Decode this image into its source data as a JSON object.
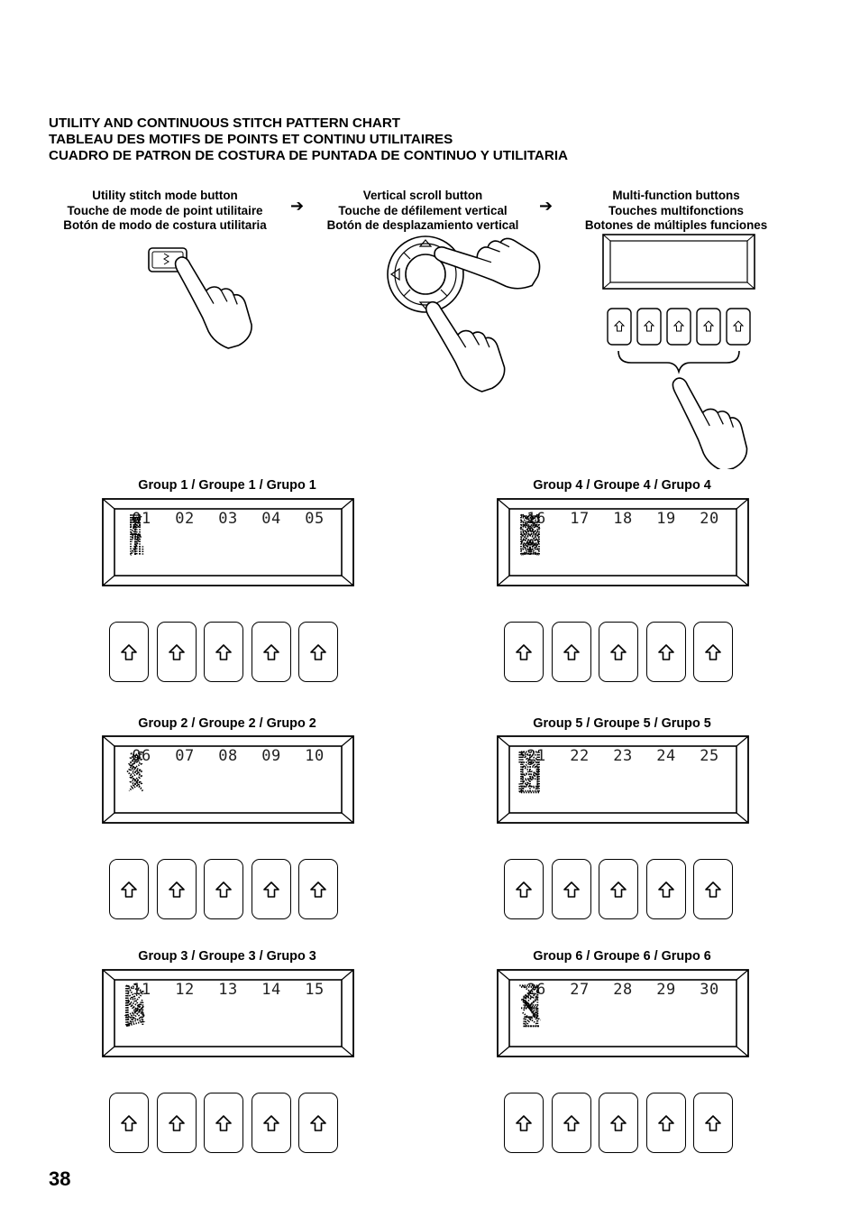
{
  "titles": [
    "UTILITY AND CONTINUOUS STITCH PATTERN CHART",
    "TABLEAU DES MOTIFS DE POINTS ET CONTINU UTILITAIRES",
    "CUADRO DE PATRON DE COSTURA DE PUNTADA DE CONTINUO Y UTILITARIA"
  ],
  "steps": [
    {
      "lines": [
        "Utility stitch mode button",
        "Touche de mode de point utilitaire",
        "Botón de modo de costura utilitaria"
      ]
    },
    {
      "lines": [
        "Vertical scroll button",
        "Touche de défilement vertical",
        "Botón de desplazamiento vertical"
      ]
    },
    {
      "lines": [
        "Multi-function buttons",
        "Touches multifonctions",
        "Botones de múltiples funciones"
      ]
    }
  ],
  "arrow_glyph": "➔",
  "groups": [
    {
      "title": "Group 1 / Groupe 1 / Grupo 1",
      "patterns": [
        "01",
        "02",
        "03",
        "04",
        "05"
      ]
    },
    {
      "title": "Group 4 / Groupe 4 / Grupo 4",
      "patterns": [
        "16",
        "17",
        "18",
        "19",
        "20"
      ]
    },
    {
      "title": "Group 2 / Groupe 2 / Grupo 2",
      "patterns": [
        "06",
        "07",
        "08",
        "09",
        "10"
      ]
    },
    {
      "title": "Group 5 / Groupe 5 / Grupo 5",
      "patterns": [
        "21",
        "22",
        "23",
        "24",
        "25"
      ]
    },
    {
      "title": "Group 3 / Groupe 3 / Grupo 3",
      "patterns": [
        "11",
        "12",
        "13",
        "14",
        "15"
      ]
    },
    {
      "title": "Group 6 / Groupe 6 / Grupo 6",
      "patterns": [
        "26",
        "27",
        "28",
        "29",
        "30"
      ]
    }
  ],
  "page_number": "38",
  "icons": {
    "hand": "pointing-hand-icon",
    "button": "up-arrow-icon"
  }
}
